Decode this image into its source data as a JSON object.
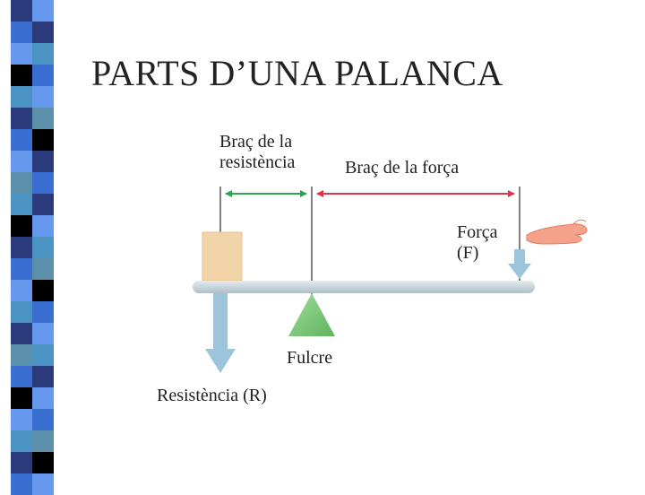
{
  "slide": {
    "title": "PARTS D’UNA PALANCA"
  },
  "diagram": {
    "labels": {
      "resistance_arm_line1": "Braç de la",
      "resistance_arm_line2": "resistència",
      "force_arm": "Braç de la força",
      "force_line1": "Força",
      "force_line2": "(F)",
      "fulcrum": "Fulcre",
      "resistance": "Resistència (R)"
    },
    "colors": {
      "resistance_arm_arrow": "#2ea44f",
      "force_arm_arrow": "#e0334a",
      "beam": "#c9d6dc",
      "fulcrum": "#7cc97a",
      "load_block": "#f1d3a8",
      "force_arrows": "#9cc5dc",
      "hand": "#f6a28a"
    }
  },
  "decor": {
    "strip_colors": [
      "#2b3a7a",
      "#6699ee",
      "#3a6ed0",
      "#4a93c3",
      "#000000",
      "#5c8fa9"
    ]
  }
}
